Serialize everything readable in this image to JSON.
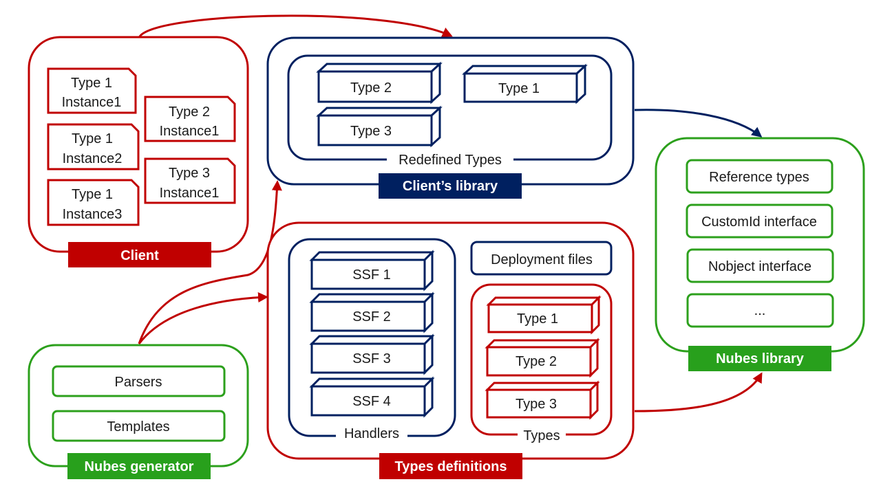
{
  "colors": {
    "red": "#c00000",
    "navy": "#002060",
    "green": "#2ca01c",
    "label_green": "#28a01c",
    "white": "#ffffff",
    "text": "#1a1a1a"
  },
  "client": {
    "title": "Client",
    "instances": [
      {
        "line1": "Type 1",
        "line2": "Instance1"
      },
      {
        "line1": "Type 2",
        "line2": "Instance1"
      },
      {
        "line1": "Type 1",
        "line2": "Instance2"
      },
      {
        "line1": "Type 3",
        "line2": "Instance1"
      },
      {
        "line1": "Type 1",
        "line2": "Instance3"
      }
    ]
  },
  "clients_library": {
    "title": "Client’s library",
    "group_label": "Redefined Types",
    "types": [
      "Type 2",
      "Type 1",
      "Type 3"
    ]
  },
  "nubes_library": {
    "title": "Nubes library",
    "items": [
      "Reference types",
      "CustomId interface",
      "Nobject interface",
      "..."
    ]
  },
  "types_definitions": {
    "title": "Types definitions",
    "handlers_label": "Handlers",
    "handlers": [
      "SSF 1",
      "SSF 2",
      "SSF 3",
      "SSF 4"
    ],
    "deployment_files": "Deployment files",
    "types_label": "Types",
    "types": [
      "Type 1",
      "Type 2",
      "Type 3"
    ]
  },
  "nubes_generator": {
    "title": "Nubes generator",
    "items": [
      "Parsers",
      "Templates"
    ]
  }
}
